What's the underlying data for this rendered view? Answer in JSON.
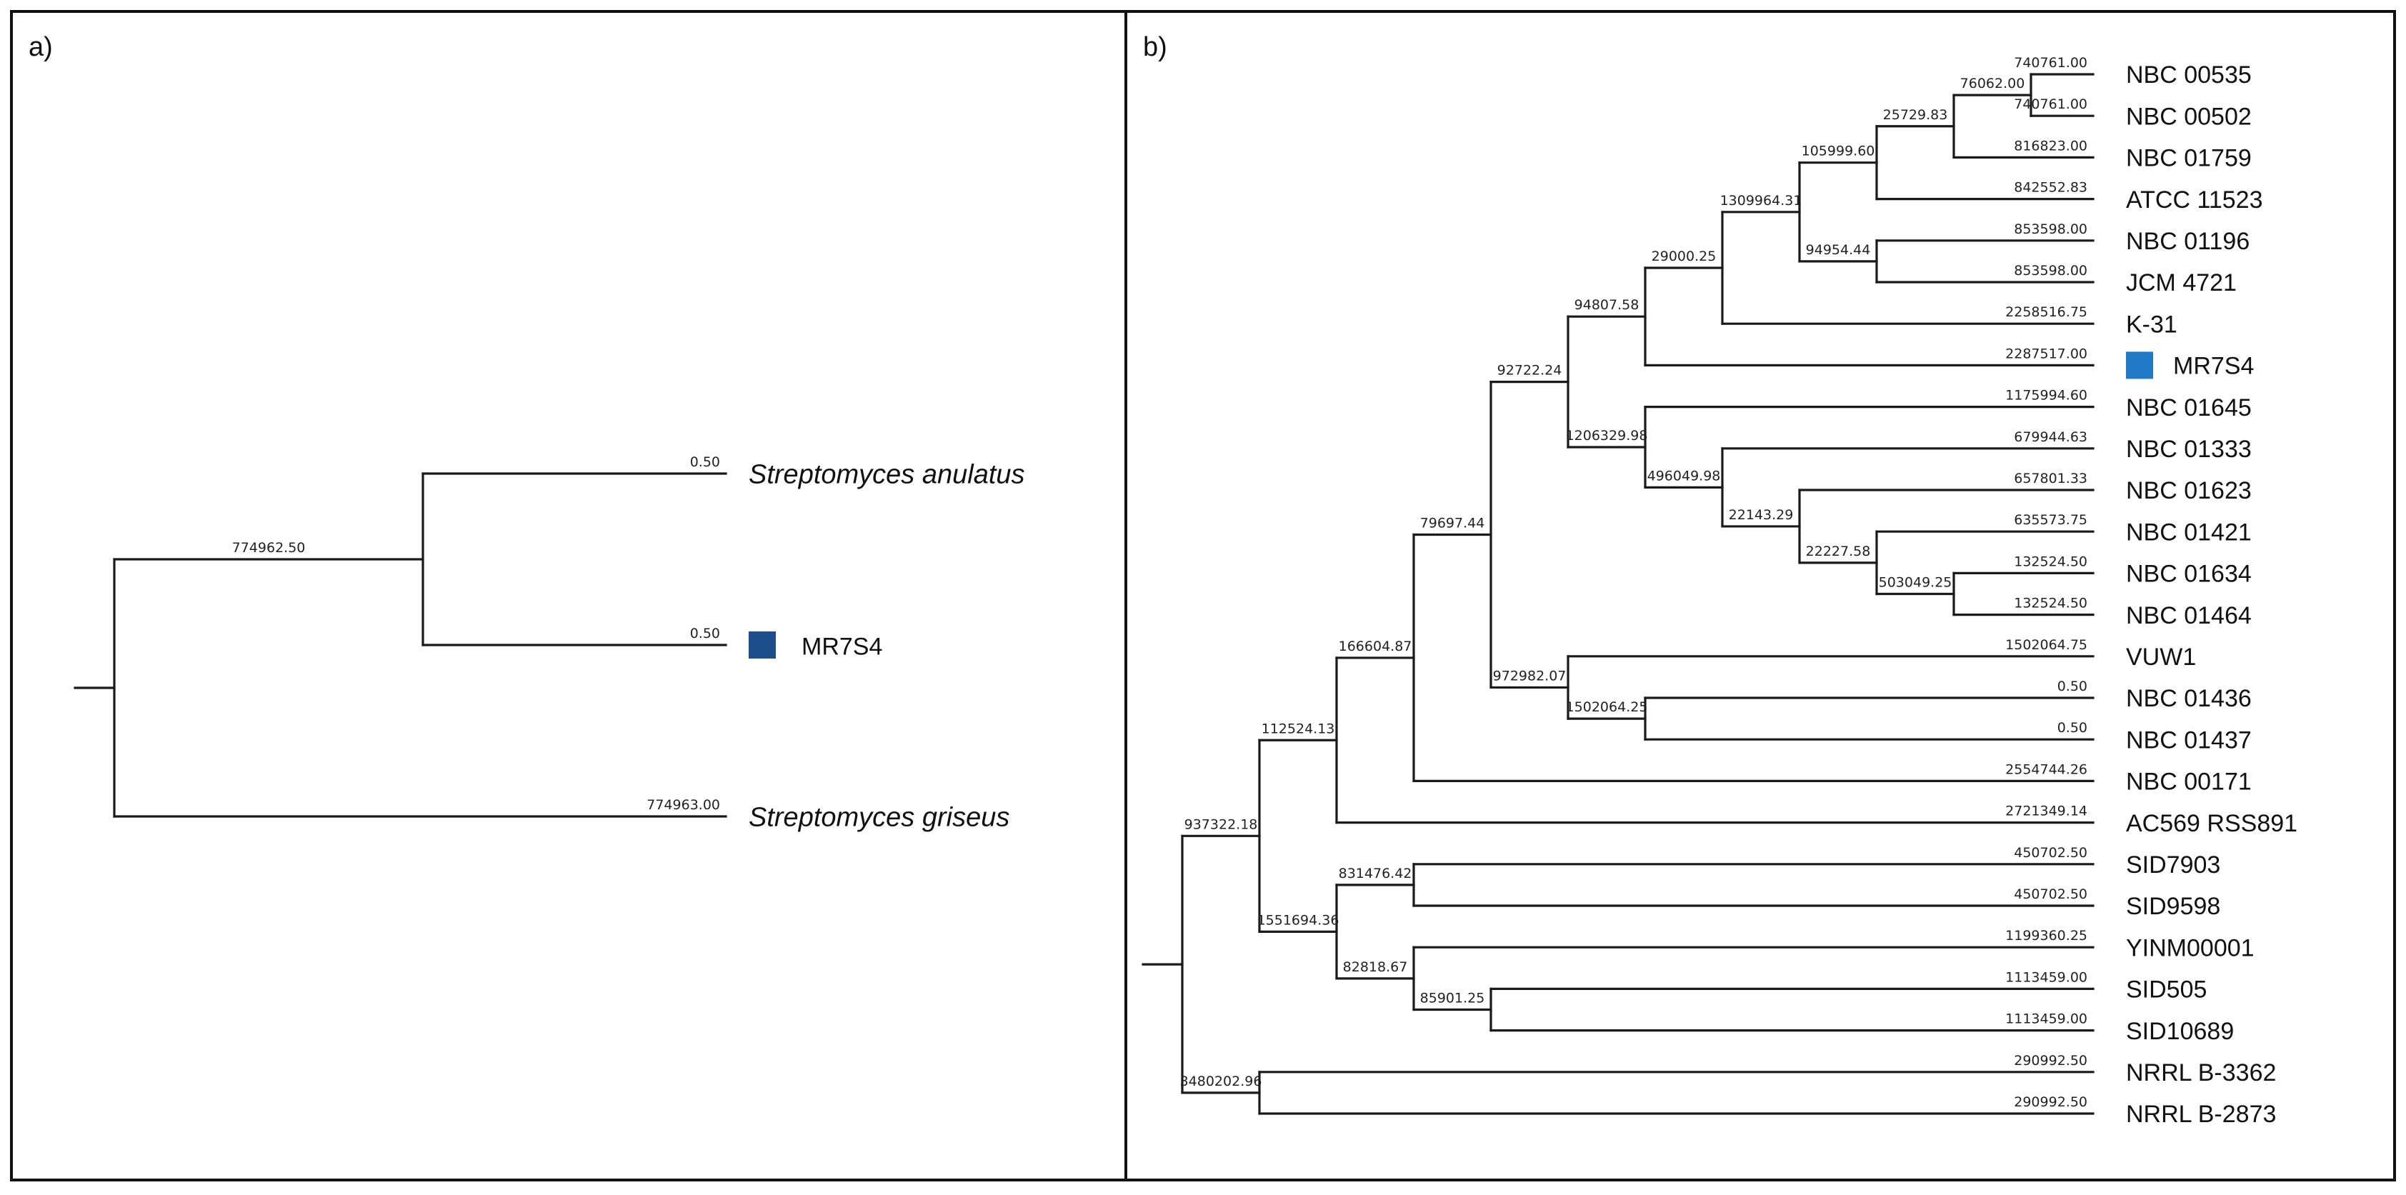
{
  "panels": [
    {
      "label": "a)",
      "tree": {
        "length": null,
        "children": [
          {
            "length": "774962.50",
            "children": [
              {
                "length": "0.50",
                "name": "Streptomyces anulatus",
                "italic": true
              },
              {
                "length": "0.50",
                "name": "MR7S4",
                "marker": "square",
                "marker_color": "#1f4e8c"
              }
            ]
          },
          {
            "length": "774963.00",
            "name": "Streptomyces griseus",
            "italic": true
          }
        ]
      }
    },
    {
      "label": "b)",
      "tree": {
        "length": null,
        "children": [
          {
            "length": "937322.18",
            "children": [
              {
                "length": "112524.13",
                "children": [
                  {
                    "length": "166604.87",
                    "children": [
                      {
                        "length": "79697.44",
                        "children": [
                          {
                            "length": "92722.24",
                            "children": [
                              {
                                "length": "94807.58",
                                "children": [
                                  {
                                    "length": "29000.25",
                                    "children": [
                                      {
                                        "length": "1309964.31",
                                        "children": [
                                          {
                                            "length": "105999.60",
                                            "children": [
                                              {
                                                "length": "25729.83",
                                                "children": [
                                                  {
                                                    "length": "76062.00",
                                                    "children": [
                                                      {
                                                        "length": "740761.00",
                                                        "name": "NBC 00535"
                                                      },
                                                      {
                                                        "length": "740761.00",
                                                        "name": "NBC 00502"
                                                      }
                                                    ]
                                                  },
                                                  {
                                                    "length": "816823.00",
                                                    "name": "NBC 01759"
                                                  }
                                                ]
                                              },
                                              {
                                                "length": "842552.83",
                                                "name": "ATCC 11523"
                                              }
                                            ]
                                          },
                                          {
                                            "length": "94954.44",
                                            "children": [
                                              {
                                                "length": "853598.00",
                                                "name": "NBC 01196"
                                              },
                                              {
                                                "length": "853598.00",
                                                "name": "JCM 4721"
                                              }
                                            ]
                                          }
                                        ]
                                      },
                                      {
                                        "length": "2258516.75",
                                        "name": "K-31"
                                      }
                                    ]
                                  },
                                  {
                                    "length": "2287517.00",
                                    "name": "MR7S4",
                                    "marker": "square",
                                    "marker_color": "#1f78c8"
                                  }
                                ]
                              },
                              {
                                "length": "1206329.98",
                                "children": [
                                  {
                                    "length": "1175994.60",
                                    "name": "NBC 01645"
                                  },
                                  {
                                    "length": "496049.98",
                                    "children": [
                                      {
                                        "length": "679944.63",
                                        "name": "NBC 01333"
                                      },
                                      {
                                        "length": "22143.29",
                                        "children": [
                                          {
                                            "length": "657801.33",
                                            "name": "NBC 01623"
                                          },
                                          {
                                            "length": "22227.58",
                                            "children": [
                                              {
                                                "length": "635573.75",
                                                "name": "NBC 01421"
                                              },
                                              {
                                                "length": "503049.25",
                                                "children": [
                                                  {
                                                    "length": "132524.50",
                                                    "name": "NBC 01634"
                                                  },
                                                  {
                                                    "length": "132524.50",
                                                    "name": "NBC 01464"
                                                  }
                                                ]
                                              }
                                            ]
                                          }
                                        ]
                                      }
                                    ]
                                  }
                                ]
                              }
                            ]
                          },
                          {
                            "length": "972982.07",
                            "children": [
                              {
                                "length": "1502064.75",
                                "name": "VUW1"
                              },
                              {
                                "length": "1502064.25",
                                "children": [
                                  {
                                    "length": "0.50",
                                    "name": "NBC 01436"
                                  },
                                  {
                                    "length": "0.50",
                                    "name": "NBC 01437"
                                  }
                                ]
                              }
                            ]
                          }
                        ]
                      },
                      {
                        "length": "2554744.26",
                        "name": "NBC 00171"
                      }
                    ]
                  },
                  {
                    "length": "2721349.14",
                    "name": "AC569 RSS891"
                  }
                ]
              },
              {
                "length": "1551694.36",
                "children": [
                  {
                    "length": "831476.42",
                    "children": [
                      {
                        "length": "450702.50",
                        "name": "SID7903"
                      },
                      {
                        "length": "450702.50",
                        "name": "SID9598"
                      }
                    ]
                  },
                  {
                    "length": "82818.67",
                    "children": [
                      {
                        "length": "1199360.25",
                        "name": "YINM00001"
                      },
                      {
                        "length": "85901.25",
                        "children": [
                          {
                            "length": "1113459.00",
                            "name": "SID505"
                          },
                          {
                            "length": "1113459.00",
                            "name": "SID10689"
                          }
                        ]
                      }
                    ]
                  }
                ]
              }
            ]
          },
          {
            "length": "3480202.96",
            "children": [
              {
                "length": "290992.50",
                "name": "NRRL B-3362"
              },
              {
                "length": "290992.50",
                "name": "NRRL B-2873"
              }
            ]
          }
        ]
      }
    }
  ]
}
